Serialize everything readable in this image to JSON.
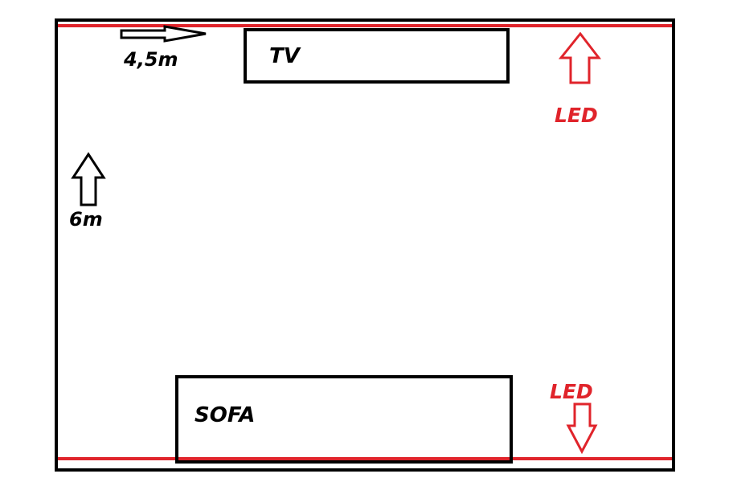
{
  "labels": {
    "tv": "TV",
    "sofa": "SOFA",
    "width": "4,5m",
    "length": "6m",
    "led_top": "LED",
    "led_bottom": "LED"
  },
  "colors": {
    "outline": "#000000",
    "led_strip": "#e0242b",
    "led_text": "#e0242b",
    "background": "#ffffff"
  }
}
